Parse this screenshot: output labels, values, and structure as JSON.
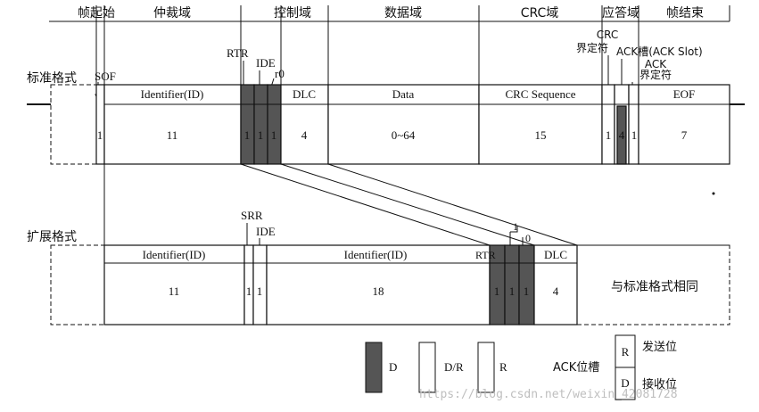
{
  "top_headers": [
    "帧起始",
    "仲裁域",
    "控制域",
    "数据域",
    "CRC域",
    "应答域",
    "帧结束"
  ],
  "standard": {
    "label": "标准格式",
    "sof": "SOF",
    "rtr": "RTR",
    "ide": "IDE",
    "r0": "r0",
    "crc_delim": [
      "CRC",
      "界定符"
    ],
    "ack_slot": "ACK槽(ACK Slot)",
    "ack_delim": [
      "ACK",
      "界定符"
    ],
    "field_names": {
      "identifier": "Identifier(ID)",
      "dlc": "DLC",
      "data": "Data",
      "crc_seq": "CRC Sequence",
      "eof": "EOF"
    },
    "bits": {
      "sof": "1",
      "identifier": "11",
      "rtr": "1",
      "ide": "1",
      "r0": "1",
      "dlc": "4",
      "data": "0~64",
      "crc": "15",
      "crc_delim": "1",
      "ack_slot": "4",
      "ack_delim": "1",
      "eof": "7"
    }
  },
  "extended": {
    "label": "扩展格式",
    "srr": "SRR",
    "ide": "IDE",
    "r1": "1",
    "r0": "0",
    "rtr": "RTR",
    "field_names": {
      "identifier_a": "Identifier(ID)",
      "identifier_b": "Identifier(ID)",
      "dlc": "DLC"
    },
    "bits": {
      "identifier_a": "11",
      "srr": "1",
      "ide": "1",
      "identifier_b": "18",
      "rtr": "1",
      "r1": "1",
      "r0": "1",
      "dlc": "4"
    },
    "same_as_standard": "与标准格式相同"
  },
  "legend": {
    "d": "D",
    "dr": "D/R",
    "r": "R",
    "ack_bit_slot": "ACK位槽",
    "ack_r": "R",
    "ack_d": "D",
    "send_bit": "发送位",
    "recv_bit": "接收位"
  },
  "watermark": "https://blog.csdn.net/weixin_42081728",
  "colors": {
    "dominant": "#555555",
    "recessive": "#ffffff",
    "line": "#111111"
  }
}
